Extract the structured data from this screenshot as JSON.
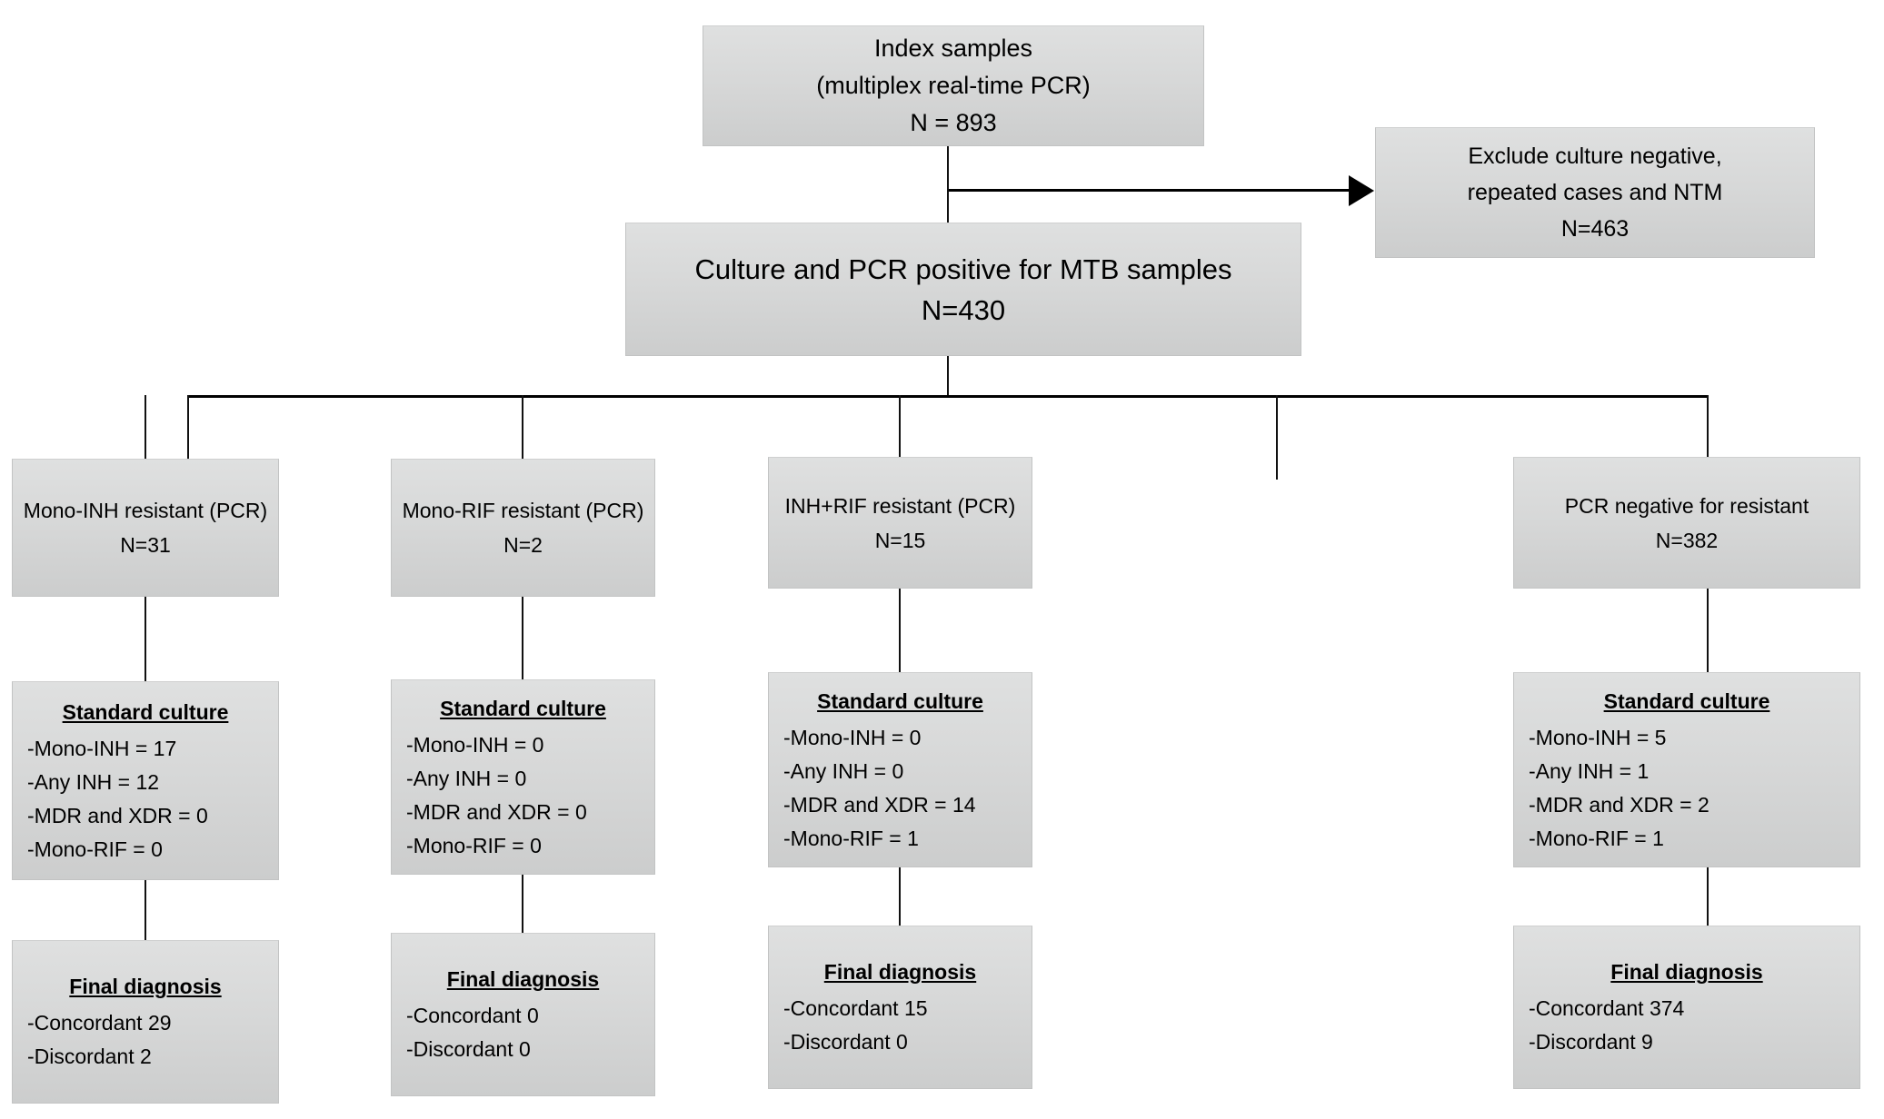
{
  "diagram": {
    "title_absent": "",
    "top_box": {
      "lines": [
        "Index samples",
        "(multiplex real-time PCR)",
        "N = 893"
      ]
    },
    "exclude_box": {
      "lines": [
        "Exclude culture negative,",
        "repeated cases and NTM",
        "N=463"
      ]
    },
    "main_box": {
      "lines": [
        "Culture and PCR positive for MTB samples",
        "N=430"
      ]
    },
    "branches": [
      {
        "id": "mono-inh",
        "header": {
          "lines": [
            "Mono-INH resistant (PCR)",
            "N=31"
          ]
        },
        "culture": {
          "title": "Standard culture",
          "items": [
            "-Mono-INH = 17",
            "-Any INH = 12",
            "-MDR and XDR = 0",
            "-Mono-RIF = 0"
          ]
        },
        "diagnosis": {
          "title": "Final diagnosis",
          "items": [
            "-Concordant 29",
            "-Discordant 2"
          ]
        }
      },
      {
        "id": "mono-rif",
        "header": {
          "lines": [
            "Mono-RIF resistant (PCR)",
            "N=2"
          ]
        },
        "culture": {
          "title": "Standard culture",
          "items": [
            "-Mono-INH = 0",
            "-Any INH = 0",
            "-MDR and XDR = 0",
            "-Mono-RIF = 0"
          ]
        },
        "diagnosis": {
          "title": "Final diagnosis",
          "items": [
            "-Concordant 0",
            "-Discordant 0"
          ]
        }
      },
      {
        "id": "inh-rif",
        "header": {
          "lines": [
            "INH+RIF resistant (PCR)",
            "N=15"
          ]
        },
        "culture": {
          "title": "Standard culture",
          "items": [
            "-Mono-INH = 0",
            "-Any INH = 0",
            "-MDR and XDR = 14",
            "-Mono-RIF = 1"
          ]
        },
        "diagnosis": {
          "title": "Final diagnosis",
          "items": [
            "-Concordant 15",
            "-Discordant 0"
          ]
        }
      },
      {
        "id": "pcr-negative",
        "header": {
          "lines": [
            "PCR negative for resistant",
            "N=382"
          ]
        },
        "culture": {
          "title": "Standard culture",
          "items": [
            "-Mono-INH = 5",
            "-Any INH = 1",
            "-MDR and XDR = 2",
            "-Mono-RIF = 1"
          ]
        },
        "diagnosis": {
          "title": "Final diagnosis",
          "items": [
            "-Concordant 374",
            "-Discordant 9"
          ]
        }
      }
    ],
    "colors": {
      "box_fill_top": "#dfe0e0",
      "box_fill_bottom": "#cccdcd",
      "box_border": "#c2c3c3",
      "connector": "#000000",
      "text": "#000000",
      "background": "#ffffff"
    }
  }
}
